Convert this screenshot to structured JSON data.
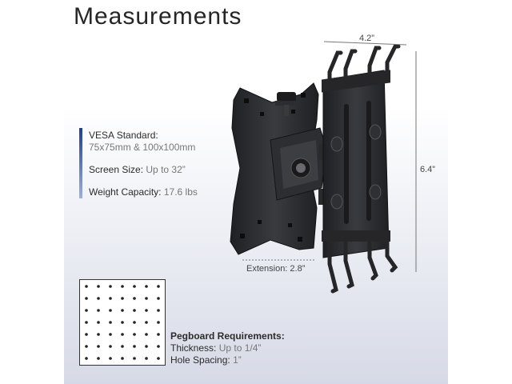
{
  "title": "Measurements",
  "specs": {
    "vesa_label": "VESA Standard:",
    "vesa_value": "75x75mm & 100x100mm",
    "screen_label": "Screen Size:",
    "screen_value": "Up to 32”",
    "weight_label": "Weight Capacity:",
    "weight_value": "17.6 lbs"
  },
  "dimensions": {
    "width": "4.2”",
    "height": "6.4”",
    "extension": "Extension: 2.8”"
  },
  "pegboard": {
    "heading": "Pegboard Requirements:",
    "thickness_label": "Thickness:",
    "thickness_value": "Up to 1/4”",
    "spacing_label": "Hole Spacing:",
    "spacing_value": "1”"
  },
  "colors": {
    "accent_top": "#1e3d8f",
    "accent_bottom": "#9fb2dc",
    "mount_metal": "#2a2b2e"
  }
}
